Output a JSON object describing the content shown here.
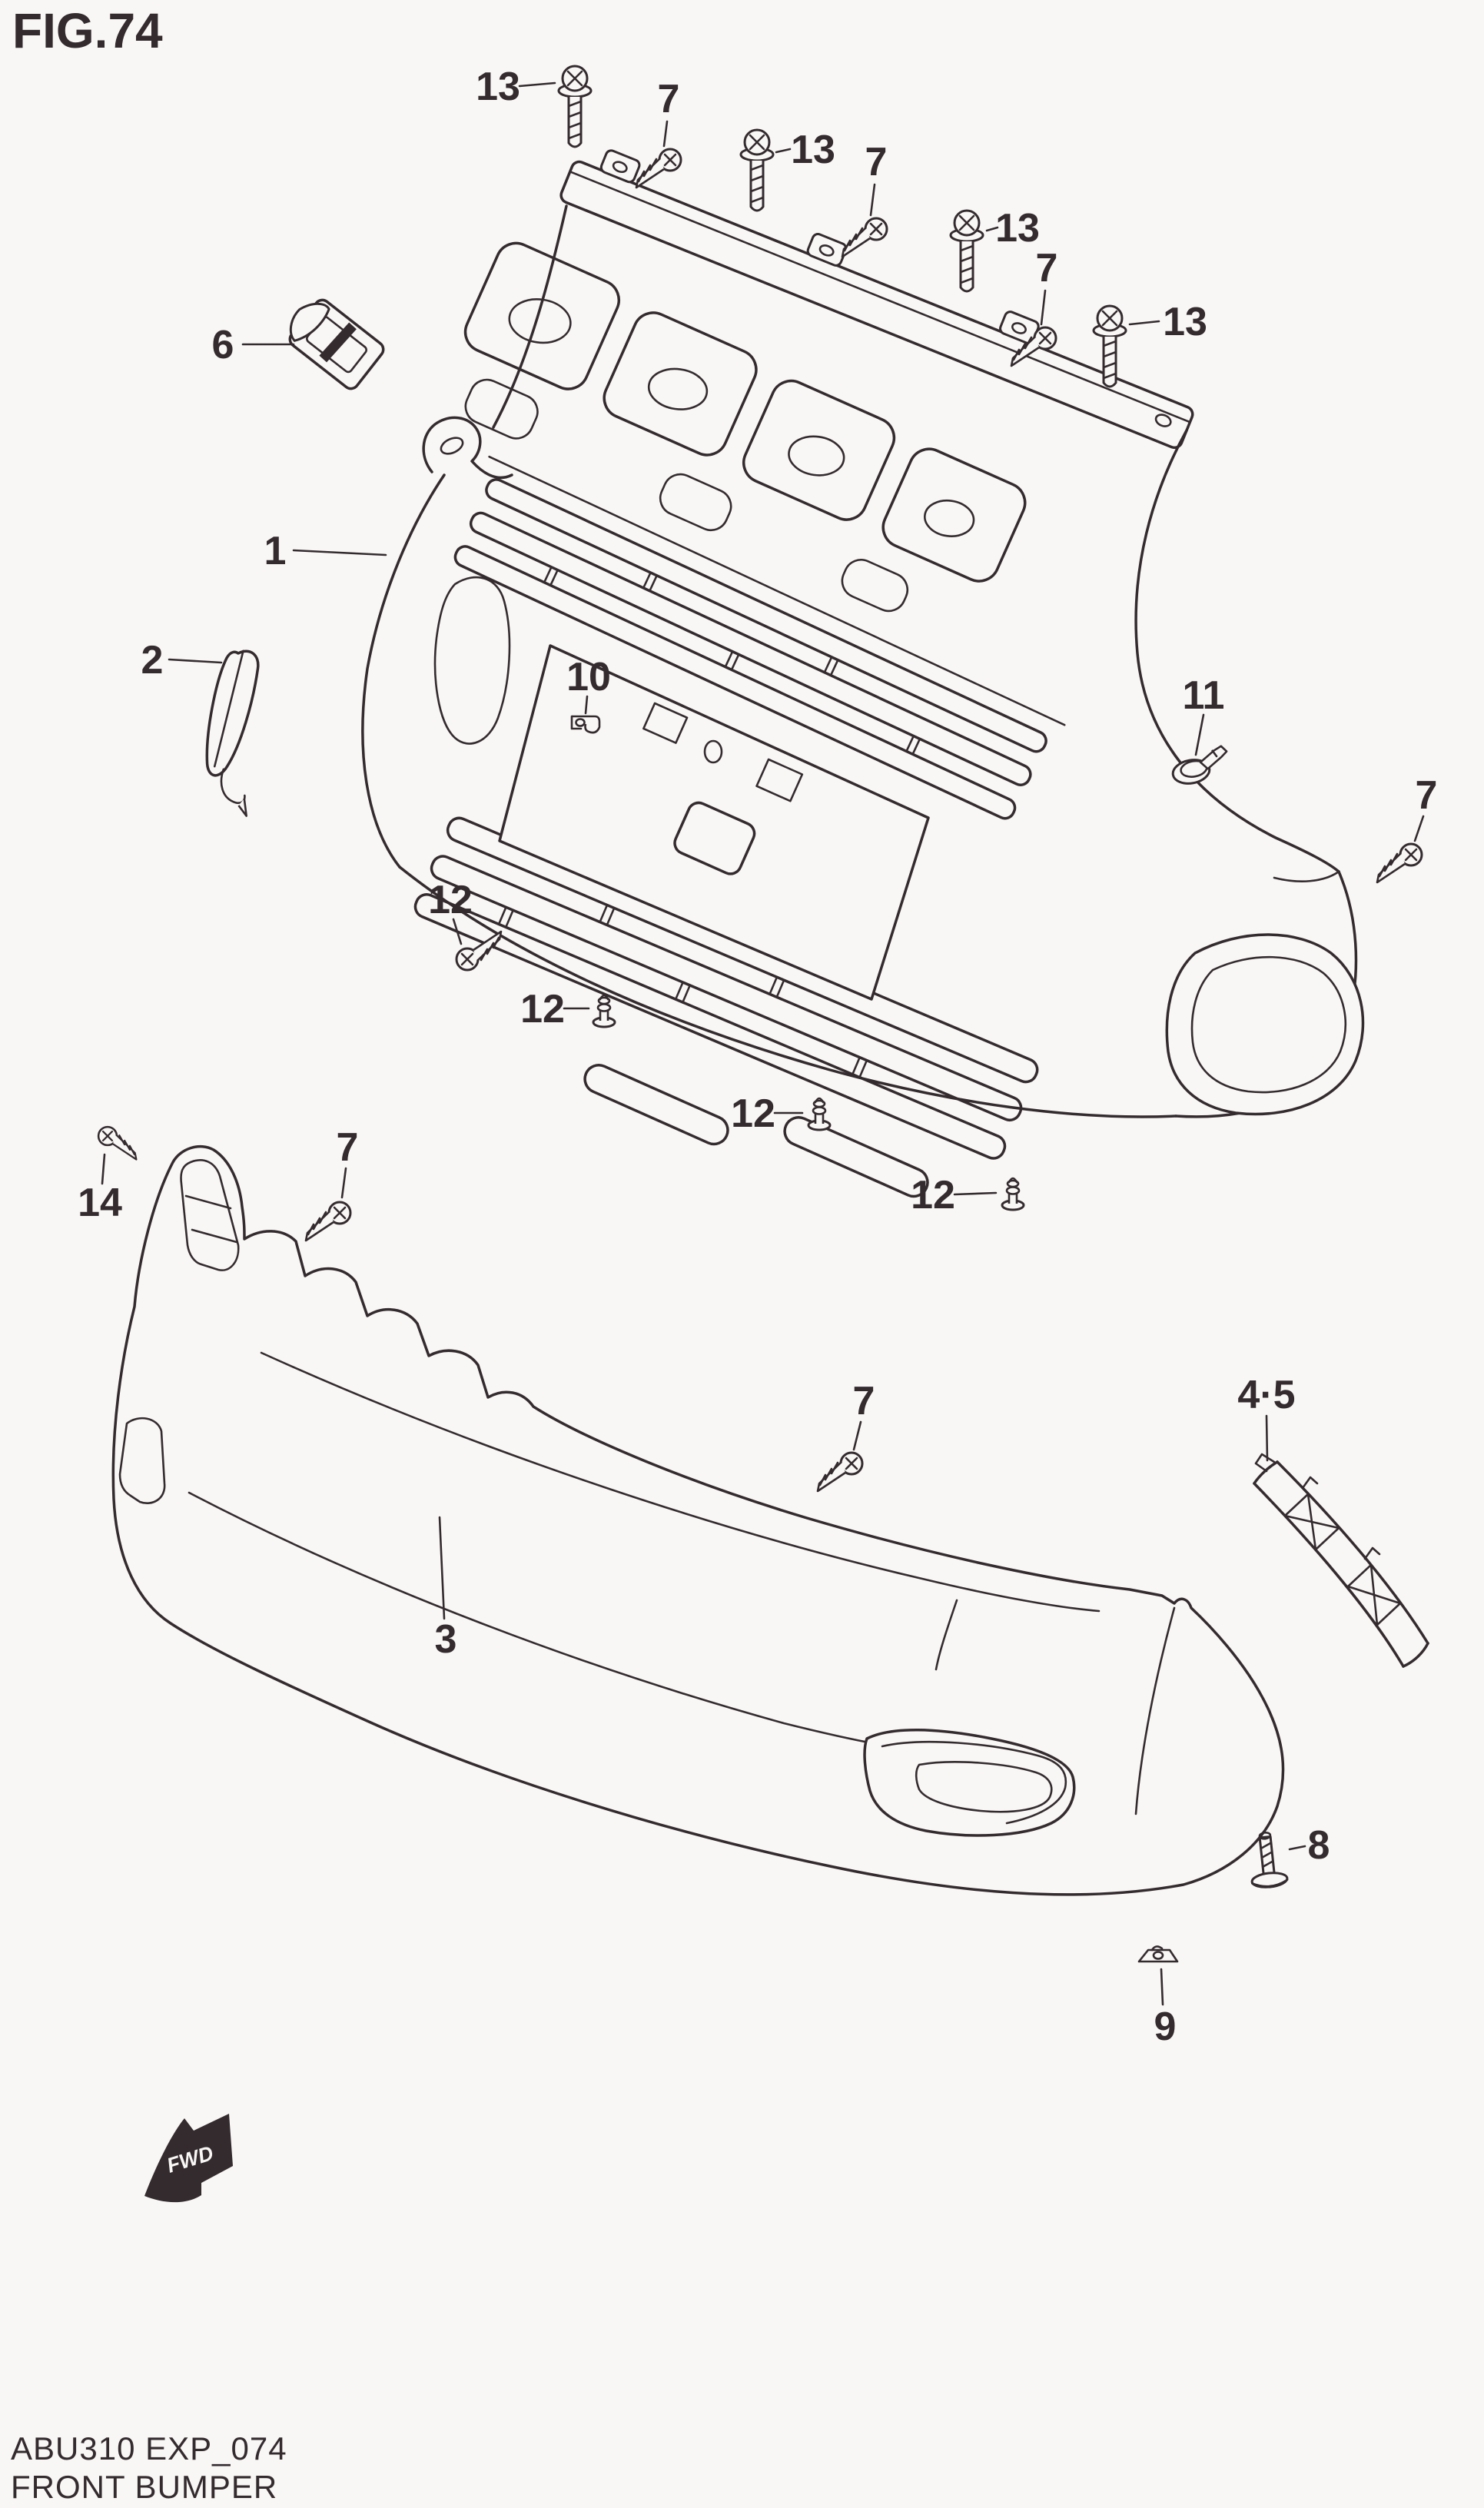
{
  "figure": {
    "title": "FIG.74"
  },
  "footer": {
    "code": "ABU310 EXP_074",
    "name": "FRONT BUMPER"
  },
  "fwd_marker": {
    "text": "FWD",
    "icon": "fwd-arrow-icon"
  },
  "colors": {
    "background": "#f8f7f5",
    "line": "#342b2f"
  },
  "assemblies": [
    {
      "name": "front-bumper-grille-assembly"
    },
    {
      "name": "front-bumper-lower-skirt"
    }
  ],
  "callouts": [
    {
      "ref": "13",
      "icon": "flanged-bolt-icon"
    },
    {
      "ref": "7",
      "icon": "tapping-screw-icon"
    },
    {
      "ref": "13",
      "icon": "flanged-bolt-icon"
    },
    {
      "ref": "7",
      "icon": "tapping-screw-icon"
    },
    {
      "ref": "13",
      "icon": "flanged-bolt-icon"
    },
    {
      "ref": "7",
      "icon": "tapping-screw-icon"
    },
    {
      "ref": "13",
      "icon": "flanged-bolt-icon"
    },
    {
      "ref": "6",
      "icon": "grommet-icon"
    },
    {
      "ref": "1",
      "icon": "bumper-face-part"
    },
    {
      "ref": "2",
      "icon": "cover-cap-icon"
    },
    {
      "ref": "10",
      "icon": "spring-clip-icon"
    },
    {
      "ref": "11",
      "icon": "push-rivet-icon"
    },
    {
      "ref": "7",
      "icon": "tapping-screw-icon"
    },
    {
      "ref": "12",
      "icon": "pan-screw-icon"
    },
    {
      "ref": "12",
      "icon": "stud-rivet-icon"
    },
    {
      "ref": "12",
      "icon": "stud-rivet-icon"
    },
    {
      "ref": "12",
      "icon": "stud-rivet-icon"
    },
    {
      "ref": "14",
      "icon": "tapping-screw-icon"
    },
    {
      "ref": "7",
      "icon": "tapping-screw-icon"
    },
    {
      "ref": "7",
      "icon": "tapping-screw-icon"
    },
    {
      "ref": "4·5",
      "icon": "side-bracket-icon"
    },
    {
      "ref": "3",
      "icon": "lower-skirt-part"
    },
    {
      "ref": "8",
      "icon": "flange-stud-bolt-icon"
    },
    {
      "ref": "9",
      "icon": "plate-clip-icon"
    }
  ]
}
